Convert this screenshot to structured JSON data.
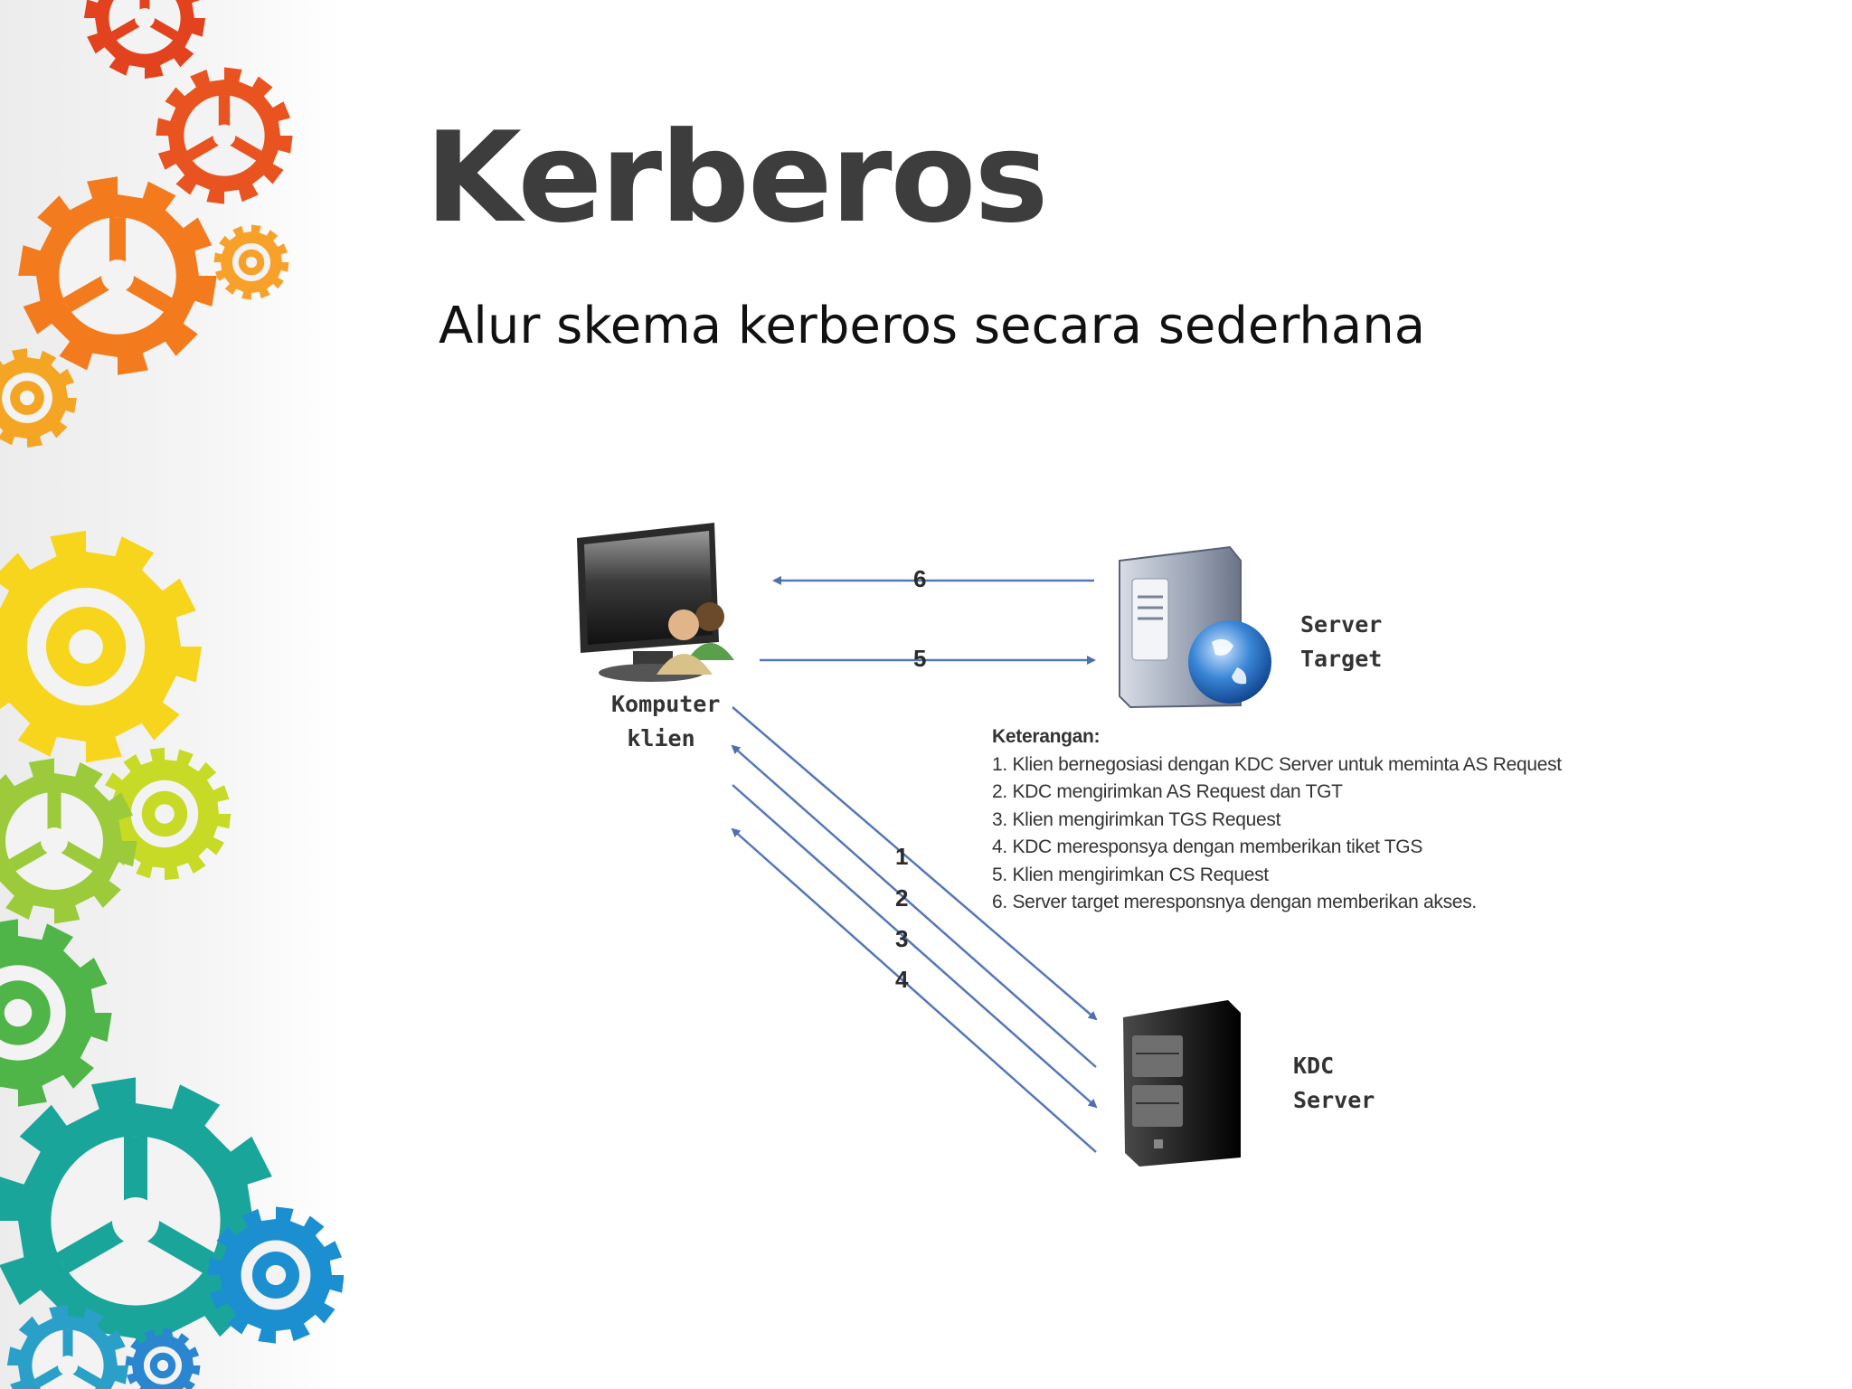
{
  "slide": {
    "title": "Kerberos",
    "subtitle": "Alur skema kerberos secara sederhana"
  },
  "diagram": {
    "nodes": {
      "client": {
        "line1": "Komputer",
        "line2": "klien"
      },
      "server_target": {
        "line1": "Server",
        "line2": "Target"
      },
      "kdc": {
        "line1": "KDC",
        "line2": "Server"
      }
    },
    "arrow_labels": [
      "1",
      "2",
      "3",
      "4",
      "5",
      "6"
    ],
    "legend": {
      "heading": "Keterangan:",
      "items": [
        "1. Klien bernegosiasi dengan KDC Server untuk meminta AS Request",
        "2. KDC mengirimkan AS Request dan TGT",
        "3. Klien mengirimkan TGS Request",
        "4. KDC meresponsya dengan memberikan tiket TGS",
        "5. Klien mengirimkan CS Request",
        "6. Server target meresponsnya dengan memberikan akses."
      ]
    }
  },
  "colors": {
    "arrow": "#5577b8",
    "title": "#3d3d3d"
  },
  "icons": {
    "decor": "gear-icon",
    "client": "computer-users-icon",
    "server_target": "server-globe-icon",
    "kdc": "server-tower-icon"
  }
}
